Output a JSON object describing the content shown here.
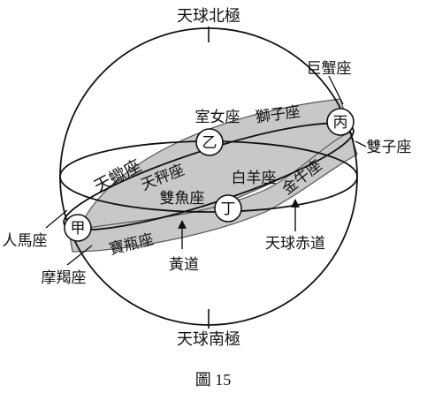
{
  "labels": {
    "north_pole": "天球北極",
    "south_pole": "天球南極",
    "celestial_equator": "天球赤道",
    "ecliptic": "黃道",
    "figure_caption": "圖 15"
  },
  "constellations": {
    "cancer": "巨蟹座",
    "virgo": "室女座",
    "leo": "獅子座",
    "gemini": "雙子座",
    "scorpio": "天蠍座",
    "libra": "天秤座",
    "aries": "白羊座",
    "pisces": "雙魚座",
    "taurus": "金牛座",
    "sagittarius": "人馬座",
    "aquarius": "寶瓶座",
    "capricorn": "摩羯座"
  },
  "points": {
    "jia": "甲",
    "yi": "乙",
    "bing": "丙",
    "ding": "丁"
  },
  "colors": {
    "band_fill": "#c8c8c8",
    "band_stroke": "#555555",
    "line": "#111111",
    "background": "#ffffff"
  }
}
